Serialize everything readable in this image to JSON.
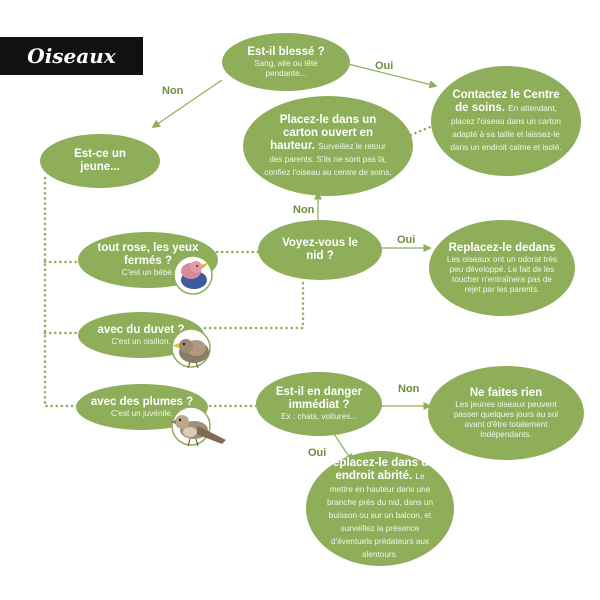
{
  "title": "Oiseaux",
  "colors": {
    "node": "#8fae5a",
    "line": "#8fae5a",
    "title_bg": "#111111"
  },
  "nodes": {
    "blesse": {
      "title": "Est-il blessé ?",
      "desc": "Sang, aile ou tête pendante..."
    },
    "centre": {
      "title": "Contactez le Centre de soins.",
      "desc": "En attendant, placez l'oiseau dans un carton adapté à sa taille et laissez-le dans un endroit calme et isolé."
    },
    "jeune": {
      "title": "Est-ce un jeune..."
    },
    "carton": {
      "title": "Placez-le dans un carton ouvert en hauteur.",
      "desc": "Surveillez le retour des parents. S'ils ne sont pas là, confiez l'oiseau au centre de soins."
    },
    "rose": {
      "title": "tout rose, les yeux fermés ?",
      "desc": "C'est un bébé."
    },
    "nid": {
      "title": "Voyez-vous le nid ?"
    },
    "replacez": {
      "title": "Replacez-le dedans",
      "desc": "Les oiseaux ont un odorat très peu développé. Le fait de les toucher n'entraînera pas de rejet par les parents."
    },
    "duvet": {
      "title": "avec du duvet ?",
      "desc": "C'est un oisillon."
    },
    "plumes": {
      "title": "avec des plumes ?",
      "desc": "C'est un juvénile."
    },
    "danger": {
      "title": "Est-il en danger immédiat ?",
      "desc": "Ex : chats, voitures..."
    },
    "rien": {
      "title": "Ne faites rien",
      "desc": "Les jeunes oiseaux peuvent passer quelques jours au sol avant d'être totalement indépendants."
    },
    "abrite": {
      "title": "Déplacez-le dans un endroit abrité.",
      "desc": "Le mettre en hauteur dans une branche près du nid, dans un buisson ou sur un balcon, et surveillez la présence d'éventuels prédateurs aux alentours."
    }
  },
  "labels": {
    "oui_centre": "Oui",
    "non_jeune": "Non",
    "non_carton": "Non",
    "oui_replacez": "Oui",
    "non_rien": "Non",
    "oui_abrite": "Oui"
  }
}
